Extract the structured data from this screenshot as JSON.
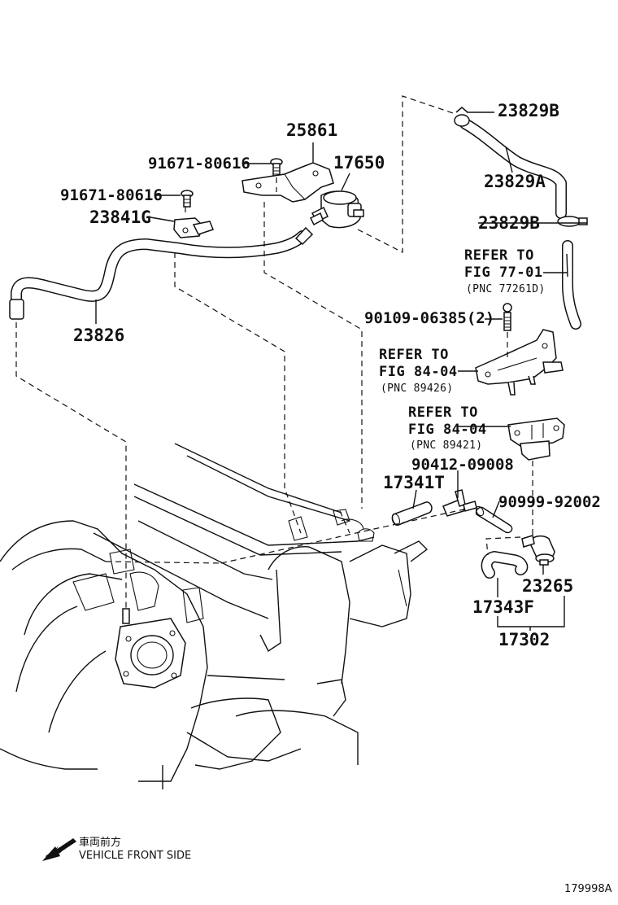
{
  "labels": {
    "p23829B_top": "23829B",
    "p25861": "25861",
    "p91671_a": "91671-80616",
    "p17650": "17650",
    "p23829A": "23829A",
    "p91671_b": "91671-80616",
    "p23841G": "23841G",
    "p23829B_mid": "23829B",
    "p23826": "23826",
    "p90109": "90109-06385(2)",
    "p90412": "90412-09008",
    "p17341T": "17341T",
    "p90999": "90999-92002",
    "p23265": "23265",
    "p17343F": "17343F",
    "p17302": "17302"
  },
  "refs": {
    "ref1": {
      "line1": "REFER TO",
      "line2": "FIG 77-01",
      "line3": "(PNC 77261D)"
    },
    "ref2": {
      "line1": "REFER TO",
      "line2": "FIG 84-04",
      "line3": "(PNC 89426)"
    },
    "ref3": {
      "line1": "REFER TO",
      "line2": "FIG 84-04",
      "line3": "(PNC 89421)"
    }
  },
  "front_note": {
    "japanese": "車両前方",
    "english": "VEHICLE FRONT SIDE"
  },
  "diagram_code": "179998A",
  "colors": {
    "ink": "#111111",
    "background": "#ffffff"
  }
}
